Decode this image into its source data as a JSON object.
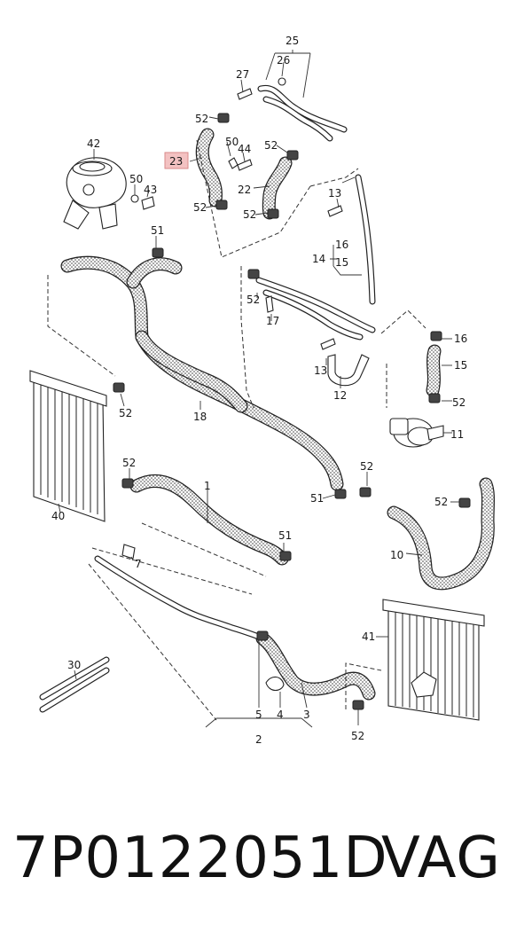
{
  "diagram": {
    "highlighted_callout": "23",
    "callouts": [
      {
        "id": "c25",
        "text": "25"
      },
      {
        "id": "c26",
        "text": "26"
      },
      {
        "id": "c27",
        "text": "27"
      },
      {
        "id": "c52a",
        "text": "52"
      },
      {
        "id": "c23",
        "text": "23"
      },
      {
        "id": "c50a",
        "text": "50"
      },
      {
        "id": "c44",
        "text": "44"
      },
      {
        "id": "c52b",
        "text": "52"
      },
      {
        "id": "c22",
        "text": "22"
      },
      {
        "id": "c52c",
        "text": "52"
      },
      {
        "id": "c52d",
        "text": "52"
      },
      {
        "id": "c13a",
        "text": "13"
      },
      {
        "id": "c42",
        "text": "42"
      },
      {
        "id": "c50b",
        "text": "50"
      },
      {
        "id": "c43",
        "text": "43"
      },
      {
        "id": "c51a",
        "text": "51"
      },
      {
        "id": "c16a",
        "text": "16"
      },
      {
        "id": "c14",
        "text": "14"
      },
      {
        "id": "c15a",
        "text": "15"
      },
      {
        "id": "c52e",
        "text": "52"
      },
      {
        "id": "c17",
        "text": "17"
      },
      {
        "id": "c16b",
        "text": "16"
      },
      {
        "id": "c13b",
        "text": "13"
      },
      {
        "id": "c15b",
        "text": "15"
      },
      {
        "id": "c12",
        "text": "12"
      },
      {
        "id": "c52f",
        "text": "52"
      },
      {
        "id": "c52g",
        "text": "52"
      },
      {
        "id": "c18",
        "text": "18"
      },
      {
        "id": "c11",
        "text": "11"
      },
      {
        "id": "c52h",
        "text": "52"
      },
      {
        "id": "c1",
        "text": "1"
      },
      {
        "id": "c52i",
        "text": "52"
      },
      {
        "id": "c51b",
        "text": "51"
      },
      {
        "id": "c40",
        "text": "40"
      },
      {
        "id": "c52j",
        "text": "52"
      },
      {
        "id": "c51c",
        "text": "51"
      },
      {
        "id": "c7",
        "text": "7"
      },
      {
        "id": "c10",
        "text": "10"
      },
      {
        "id": "c41",
        "text": "41"
      },
      {
        "id": "c30",
        "text": "30"
      },
      {
        "id": "c5",
        "text": "5"
      },
      {
        "id": "c4",
        "text": "4"
      },
      {
        "id": "c3",
        "text": "3"
      },
      {
        "id": "c52k",
        "text": "52"
      },
      {
        "id": "c2",
        "text": "2"
      }
    ]
  },
  "footer": {
    "part_number": "7P0122051D",
    "brand": "VAG"
  }
}
